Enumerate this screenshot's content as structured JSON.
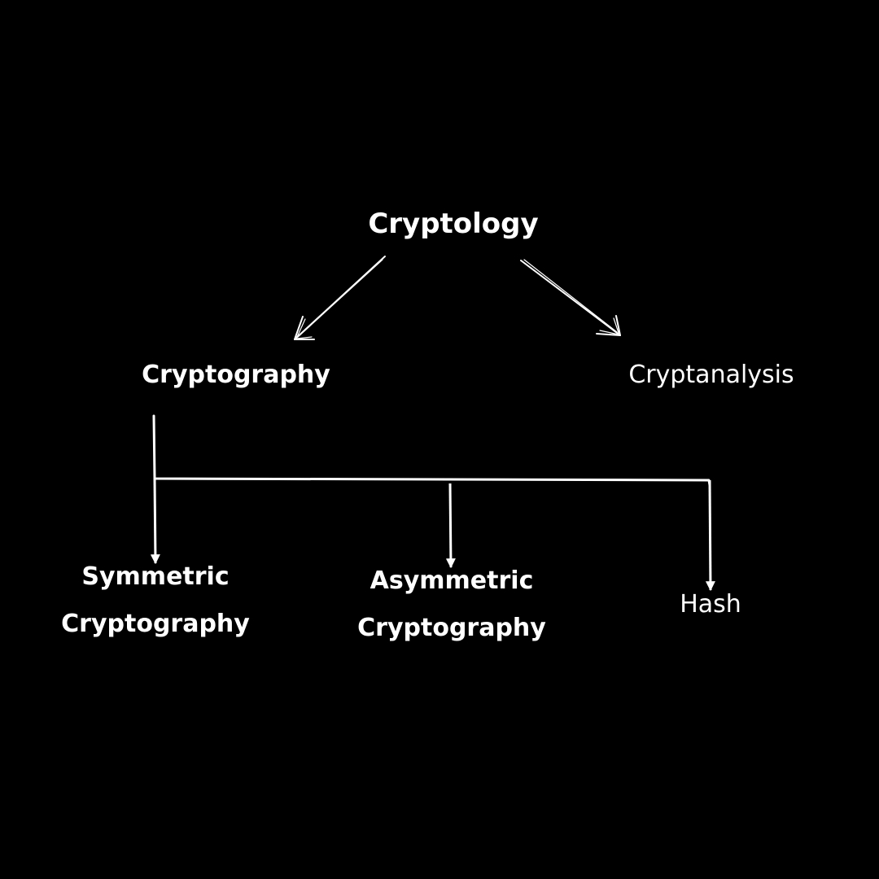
{
  "diagram": {
    "background_color": "#000000",
    "line_color": "#ffffff",
    "root": {
      "label": "Cryptology"
    },
    "branches": [
      {
        "label": "Cryptography",
        "style": "bold"
      },
      {
        "label": "Cryptanalysis",
        "style": "regular"
      }
    ],
    "children": [
      {
        "line1": "Symmetric",
        "line2": "Cryptography",
        "style": "bold"
      },
      {
        "line1": "Asymmetric",
        "line2": "Cryptography",
        "style": "bold"
      },
      {
        "label": "Hash",
        "style": "regular"
      }
    ]
  }
}
